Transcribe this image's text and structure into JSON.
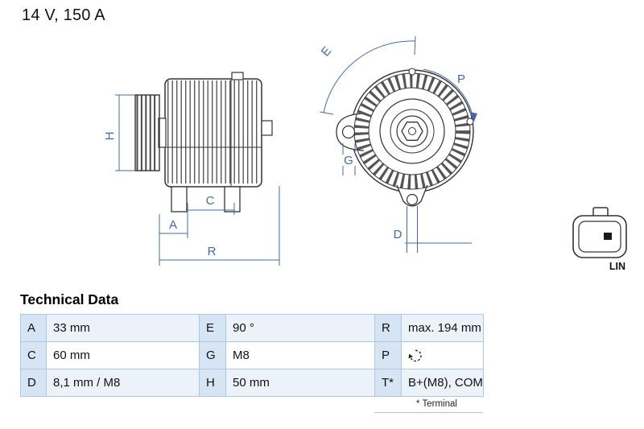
{
  "title": "14 V, 150 A",
  "diagram": {
    "side_view_labels": {
      "H": "H",
      "A": "A",
      "C": "C",
      "R": "R"
    },
    "front_view_labels": {
      "E": "E",
      "P": "P",
      "G": "G",
      "D": "D"
    },
    "connector": {
      "label": "LIN"
    }
  },
  "technical_data": {
    "title": "Technical Data",
    "rows": [
      {
        "cells": [
          {
            "key": "A",
            "value": "33 mm"
          },
          {
            "key": "E",
            "value": "90 °"
          },
          {
            "key": "R",
            "value": "max. 194 mm"
          }
        ]
      },
      {
        "cells": [
          {
            "key": "C",
            "value": "60 mm"
          },
          {
            "key": "G",
            "value": "M8"
          },
          {
            "key": "P",
            "value": "",
            "icon": "rotation-direction-icon"
          }
        ]
      },
      {
        "cells": [
          {
            "key": "D",
            "value": "8,1 mm / M8"
          },
          {
            "key": "H",
            "value": "50 mm"
          },
          {
            "key": "T*",
            "value": "B+(M8), COM"
          }
        ]
      }
    ],
    "footnote": "* Terminal"
  },
  "colors": {
    "dimension_blue": "#4668a8",
    "table_border": "#adc8e2",
    "key_cell_bg": "#d6e4f3",
    "row_tint_bg": "#ebf2fa",
    "drawing_stroke": "#333333"
  }
}
